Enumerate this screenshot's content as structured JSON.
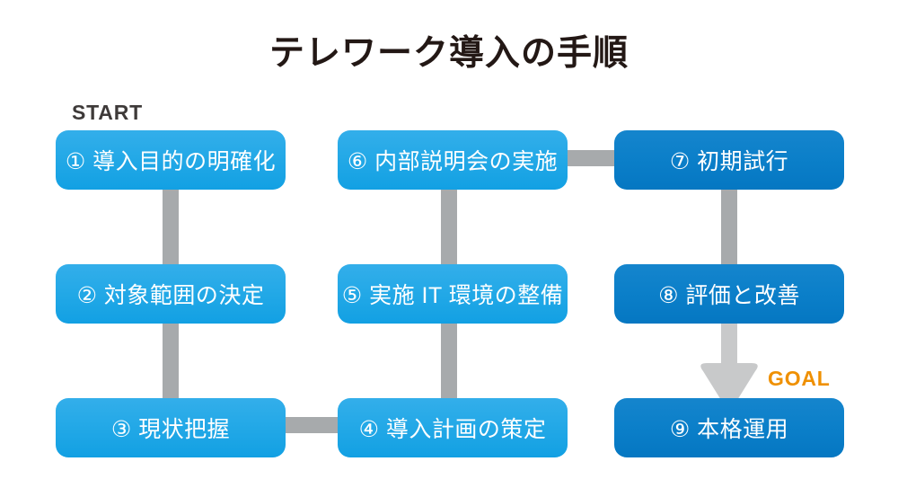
{
  "diagram": {
    "title": "テレワーク導入の手順",
    "start_label": "START",
    "goal_label": "GOAL",
    "colors": {
      "box_light": "#29abe8",
      "box_dark": "#0b7fc9",
      "connector": "#a7aaac",
      "title_text": "#231815",
      "start_text": "#3e3a39",
      "goal_text": "#ef9000",
      "background": "#ffffff"
    },
    "steps": [
      {
        "number": "①",
        "label": "① 導入目的の明確化",
        "tone": "light",
        "column": "left",
        "row": 1
      },
      {
        "number": "②",
        "label": "② 対象範囲の決定",
        "tone": "light",
        "column": "left",
        "row": 2
      },
      {
        "number": "③",
        "label": "③ 現状把握",
        "tone": "light",
        "column": "left",
        "row": 3
      },
      {
        "number": "④",
        "label": "④ 導入計画の策定",
        "tone": "light",
        "column": "middle",
        "row": 3
      },
      {
        "number": "⑤",
        "label": "⑤ 実施 IT 環境の整備",
        "tone": "light",
        "column": "middle",
        "row": 2
      },
      {
        "number": "⑥",
        "label": "⑥ 内部説明会の実施",
        "tone": "light",
        "column": "middle",
        "row": 1
      },
      {
        "number": "⑦",
        "label": "⑦ 初期試行",
        "tone": "dark",
        "column": "right",
        "row": 1
      },
      {
        "number": "⑧",
        "label": "⑧ 評価と改善",
        "tone": "dark",
        "column": "right",
        "row": 2
      },
      {
        "number": "⑨",
        "label": "⑨ 本格運用",
        "tone": "dark",
        "column": "right",
        "row": 3
      }
    ],
    "flow": [
      {
        "from": "①",
        "to": "②",
        "direction": "down"
      },
      {
        "from": "②",
        "to": "③",
        "direction": "down"
      },
      {
        "from": "③",
        "to": "④",
        "direction": "right"
      },
      {
        "from": "④",
        "to": "⑤",
        "direction": "up"
      },
      {
        "from": "⑤",
        "to": "⑥",
        "direction": "up"
      },
      {
        "from": "⑥",
        "to": "⑦",
        "direction": "right"
      },
      {
        "from": "⑦",
        "to": "⑧",
        "direction": "down"
      },
      {
        "from": "⑧",
        "to": "⑨",
        "direction": "down",
        "arrowhead": true
      }
    ]
  }
}
